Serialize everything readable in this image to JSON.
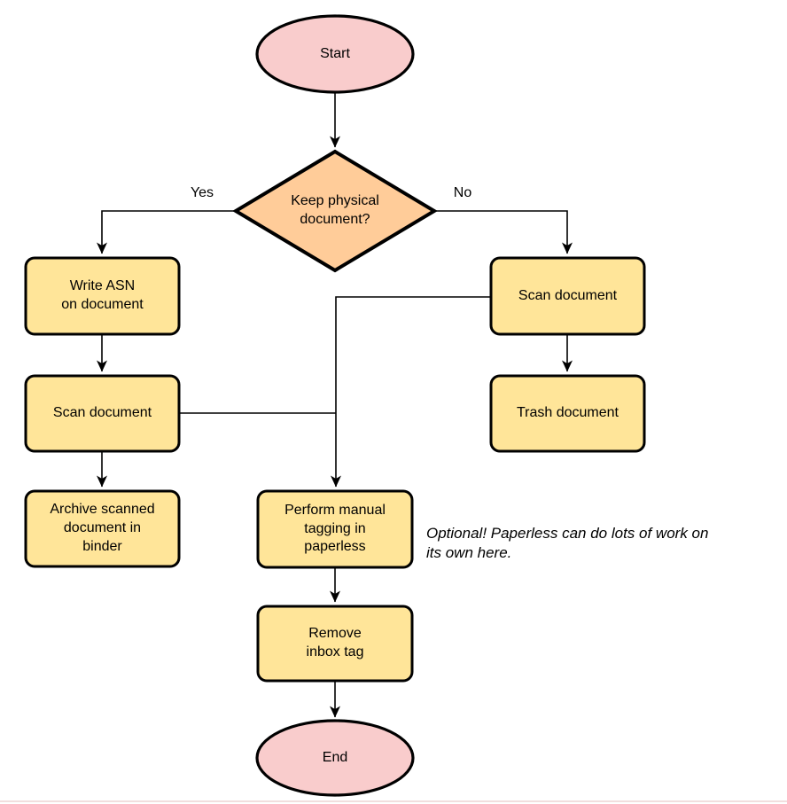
{
  "diagram": {
    "type": "flowchart",
    "background": "#FFFFFF",
    "colors": {
      "terminator_fill": "#F9CCCC",
      "decision_fill": "#FFCC99",
      "process_fill": "#FFE599",
      "stroke": "#000000",
      "bottom_edge_line": "#F2DEDE"
    },
    "nodes": {
      "start": {
        "shape": "terminator",
        "label": "Start"
      },
      "decision": {
        "shape": "decision",
        "label": "Keep physical\ndocument?"
      },
      "write_asn": {
        "shape": "process",
        "label": "Write ASN\non document"
      },
      "scan_left": {
        "shape": "process",
        "label": "Scan document"
      },
      "archive": {
        "shape": "process",
        "label": "Archive scanned\ndocument in\nbinder"
      },
      "scan_right": {
        "shape": "process",
        "label": "Scan document"
      },
      "trash": {
        "shape": "process",
        "label": "Trash document"
      },
      "tagging": {
        "shape": "process",
        "label": "Perform manual\ntagging in\npaperless"
      },
      "remove_inbox": {
        "shape": "process",
        "label": "Remove\ninbox tag"
      },
      "end": {
        "shape": "terminator",
        "label": "End"
      }
    },
    "edges": [
      {
        "from": "start",
        "to": "decision",
        "label": ""
      },
      {
        "from": "decision",
        "to": "write_asn",
        "label": "Yes"
      },
      {
        "from": "decision",
        "to": "scan_right",
        "label": "No"
      },
      {
        "from": "write_asn",
        "to": "scan_left",
        "label": ""
      },
      {
        "from": "scan_left",
        "to": "archive",
        "label": ""
      },
      {
        "from": "scan_right",
        "to": "trash",
        "label": ""
      },
      {
        "from": "scan_left",
        "to": "tagging",
        "label": ""
      },
      {
        "from": "scan_right",
        "to": "tagging",
        "label": ""
      },
      {
        "from": "tagging",
        "to": "remove_inbox",
        "label": ""
      },
      {
        "from": "remove_inbox",
        "to": "end",
        "label": ""
      }
    ],
    "note": {
      "text": "Optional! Paperless can do lots of work on\nits own here."
    }
  }
}
